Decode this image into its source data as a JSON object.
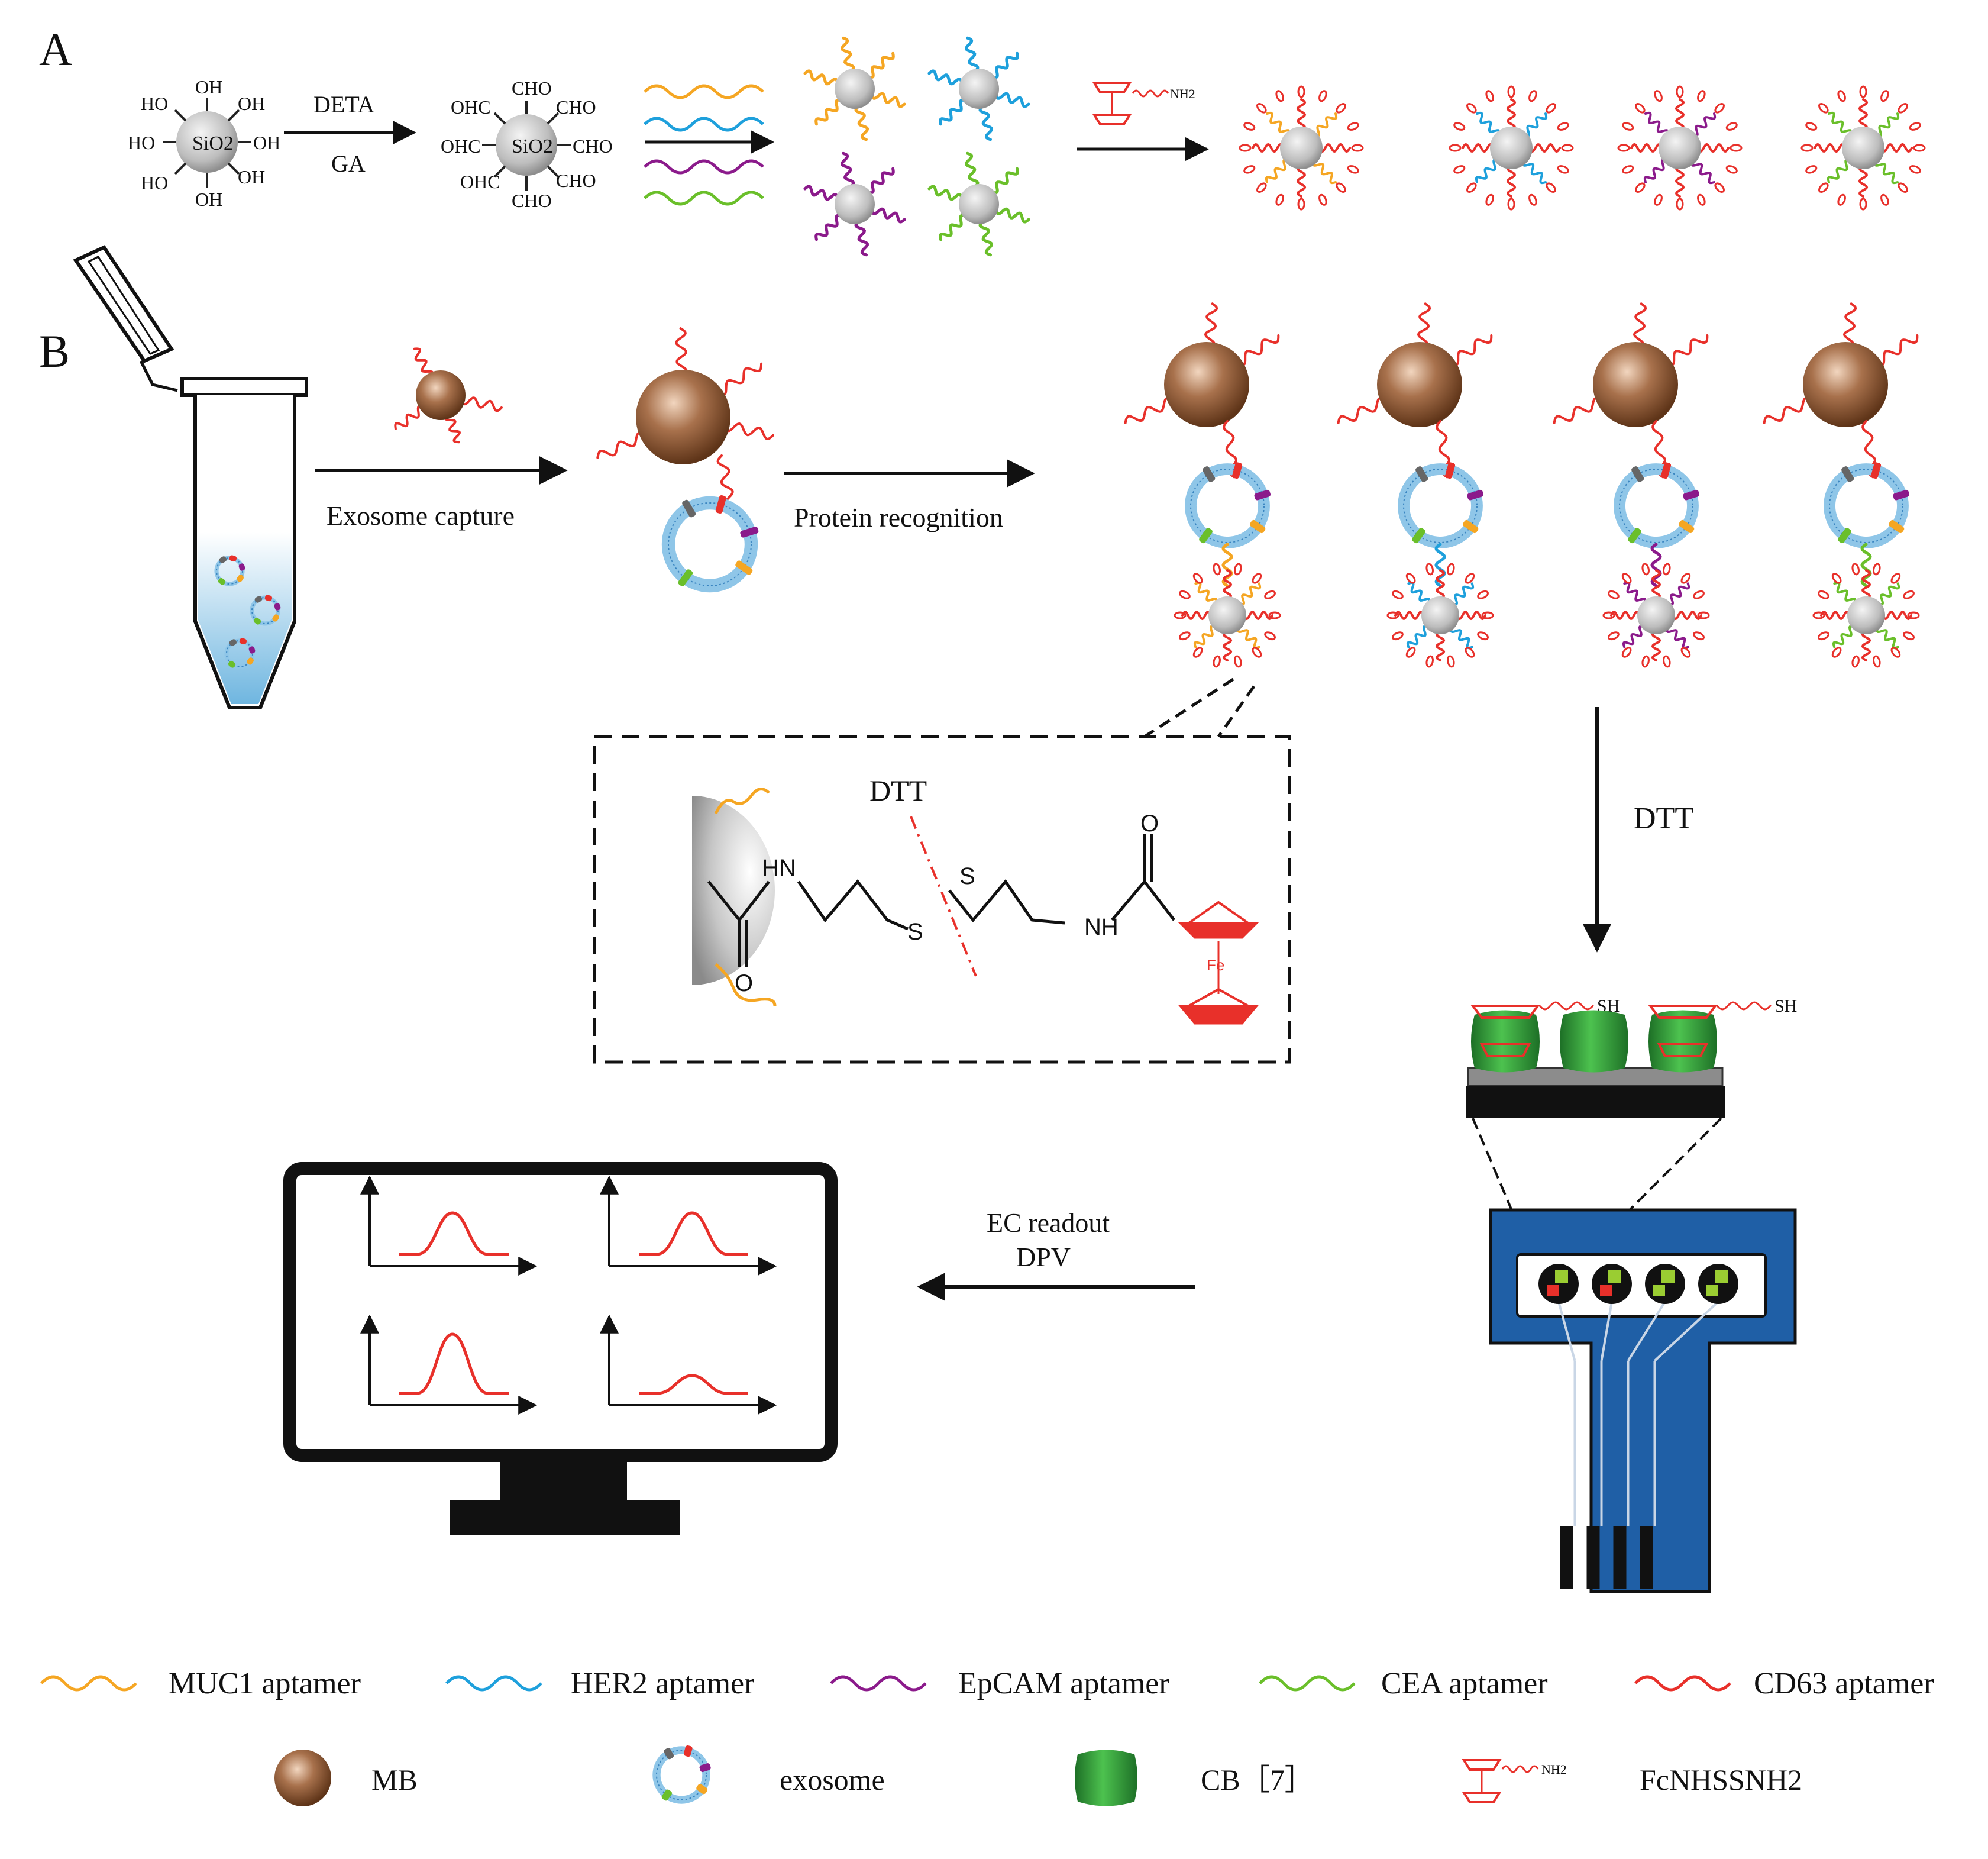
{
  "panel_labels": {
    "a": "A",
    "b": "B"
  },
  "panel_a": {
    "sio2": "SiO2",
    "oh": "OH",
    "ho": "HO",
    "cho": "CHO",
    "ohc": "OHC",
    "reagent_top": "DETA",
    "reagent_bottom": "GA",
    "nh2": "NH2"
  },
  "panel_b": {
    "arrow_capture": "Exosome capture",
    "arrow_recognition": "Protein recognition",
    "dtt_vertical": "DTT",
    "inset": {
      "dtt": "DTT",
      "hn": "HN",
      "nh": "NH",
      "s": "S",
      "o": "O",
      "fe": "Fe"
    },
    "electrode_sh": "SH",
    "readout_line1": "EC readout",
    "readout_line2": "DPV"
  },
  "legend": {
    "row1": [
      "MUC1 aptamer",
      "HER2 aptamer",
      "EpCAM aptamer",
      "CEA aptamer",
      "CD63 aptamer"
    ],
    "row2": [
      "MB",
      "exosome",
      "CB［7］",
      "FcNHSSNH2"
    ],
    "nh2_small": "NH2"
  },
  "colors": {
    "muc1": "#f5a623",
    "her2": "#1ea0dc",
    "epcam": "#8b1a8b",
    "cea": "#6abf2a",
    "cd63": "#e8302a",
    "mb": "#8b5a3c",
    "cb7": "#2e9a3a",
    "chip": "#1f5fa6"
  }
}
